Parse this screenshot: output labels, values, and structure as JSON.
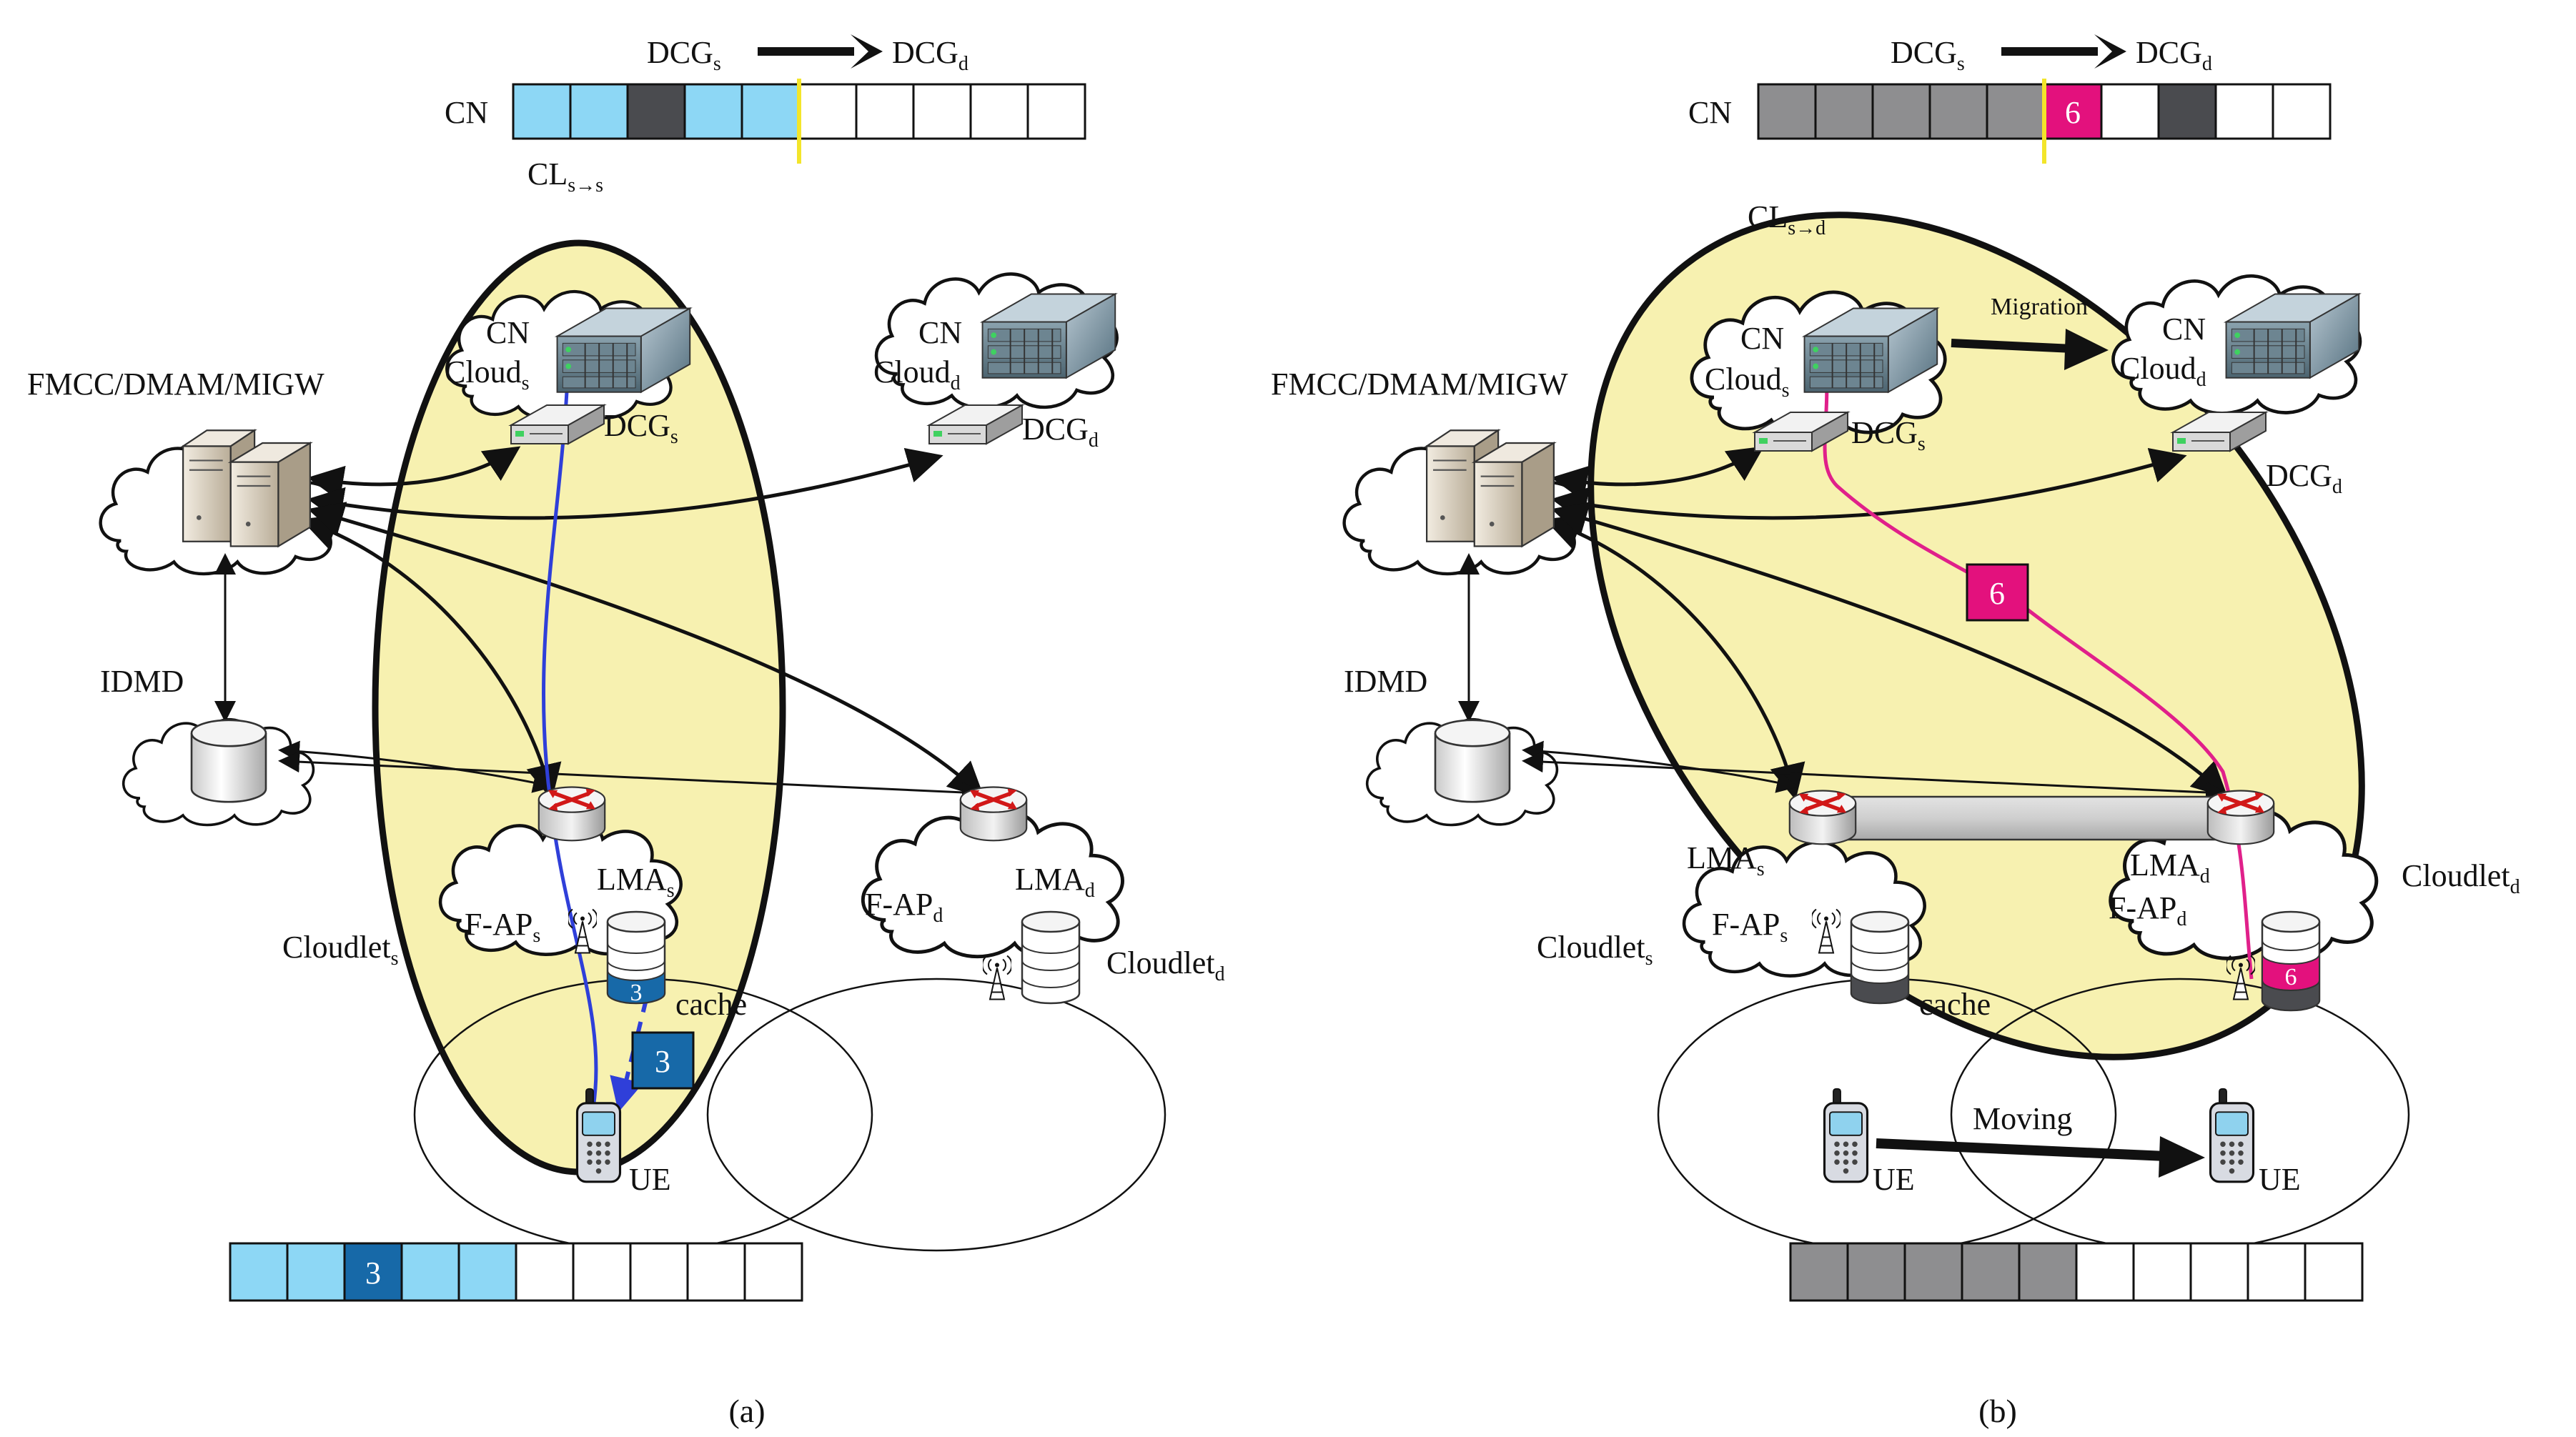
{
  "colors": {
    "light_blue": "#8dd7f5",
    "dark_blue": "#1769a8",
    "dark_gray": "#4a4b4f",
    "mid_gray": "#8e8e90",
    "magenta": "#e3117d",
    "yellow_fill": "#f7f1b0",
    "yellow_mark": "#f3e52a",
    "route_blue": "#2f3fd9",
    "route_pink": "#e0208a"
  },
  "icons": [
    "server-rack-icon",
    "dual-server-icon",
    "gateway-box-icon",
    "database-cylinder-icon",
    "router-icon",
    "antenna-icon",
    "cache-stack-icon",
    "mobile-phone-icon",
    "cloud-icon"
  ],
  "panel_a": {
    "caption": "(a)",
    "cn_bar": {
      "label": "CN",
      "cells": [
        "light",
        "light",
        "dark",
        "light",
        "light",
        "empty",
        "empty",
        "empty",
        "empty",
        "empty"
      ],
      "marker_after_cell": 5
    },
    "dcg_arrow": {
      "from": "DCG",
      "from_sub": "s",
      "to": "DCG",
      "to_sub": "d"
    },
    "cl_label": {
      "main": "CL",
      "sub": "s→s"
    },
    "fmcc": "FMCC/DMAM/MIGW",
    "idmd": "IDMD",
    "cloud_s": {
      "cn": "CN",
      "cloud": "Cloud",
      "sub": "s"
    },
    "cloud_d": {
      "cn": "CN",
      "cloud": "Cloud",
      "sub": "d"
    },
    "dcg_s": {
      "main": "DCG",
      "sub": "s"
    },
    "dcg_d": {
      "main": "DCG",
      "sub": "d"
    },
    "lma_s": {
      "main": "LMA",
      "sub": "s"
    },
    "lma_d": {
      "main": "LMA",
      "sub": "d"
    },
    "fap_s": {
      "main": "F-AP",
      "sub": "s"
    },
    "fap_d": {
      "main": "F-AP",
      "sub": "d"
    },
    "cloudlet_s": {
      "main": "Cloudlet",
      "sub": "s"
    },
    "cloudlet_d": {
      "main": "Cloudlet",
      "sub": "d"
    },
    "cache": "cache",
    "packet": "3",
    "ue": "UE",
    "ue_bar": {
      "cells": [
        "light",
        "light",
        "dark",
        "light",
        "light",
        "empty",
        "empty",
        "empty",
        "empty",
        "empty"
      ],
      "dark_value": "3"
    }
  },
  "panel_b": {
    "caption": "(b)",
    "cn_bar": {
      "label": "CN",
      "cells": [
        "gray",
        "gray",
        "gray",
        "gray",
        "gray",
        "magenta",
        "empty",
        "dark",
        "empty",
        "empty"
      ],
      "magenta_value": "6",
      "marker_after_cell": 5
    },
    "dcg_arrow": {
      "from": "DCG",
      "from_sub": "s",
      "to": "DCG",
      "to_sub": "d"
    },
    "cl_label": {
      "main": "CL",
      "sub": "s→d"
    },
    "migration": "Migration",
    "fmcc": "FMCC/DMAM/MIGW",
    "idmd": "IDMD",
    "cloud_s": {
      "cn": "CN",
      "cloud": "Cloud",
      "sub": "s"
    },
    "cloud_d": {
      "cn": "CN",
      "cloud": "Cloud",
      "sub": "d"
    },
    "dcg_s": {
      "main": "DCG",
      "sub": "s"
    },
    "dcg_d": {
      "main": "DCG",
      "sub": "d"
    },
    "lma_s": {
      "main": "LMA",
      "sub": "s"
    },
    "lma_d": {
      "main": "LMA",
      "sub": "d"
    },
    "fap_s": {
      "main": "F-AP",
      "sub": "s"
    },
    "fap_d": {
      "main": "F-AP",
      "sub": "d"
    },
    "cloudlet_s": {
      "main": "Cloudlet",
      "sub": "s"
    },
    "cloudlet_d": {
      "main": "Cloudlet",
      "sub": "d"
    },
    "cache": "cache",
    "packet": "6",
    "moving": "Moving",
    "ue_left": "UE",
    "ue_right": "UE",
    "ue_bar": {
      "cells": [
        "gray",
        "gray",
        "gray",
        "gray",
        "gray",
        "empty",
        "empty",
        "empty",
        "empty",
        "empty"
      ]
    }
  }
}
